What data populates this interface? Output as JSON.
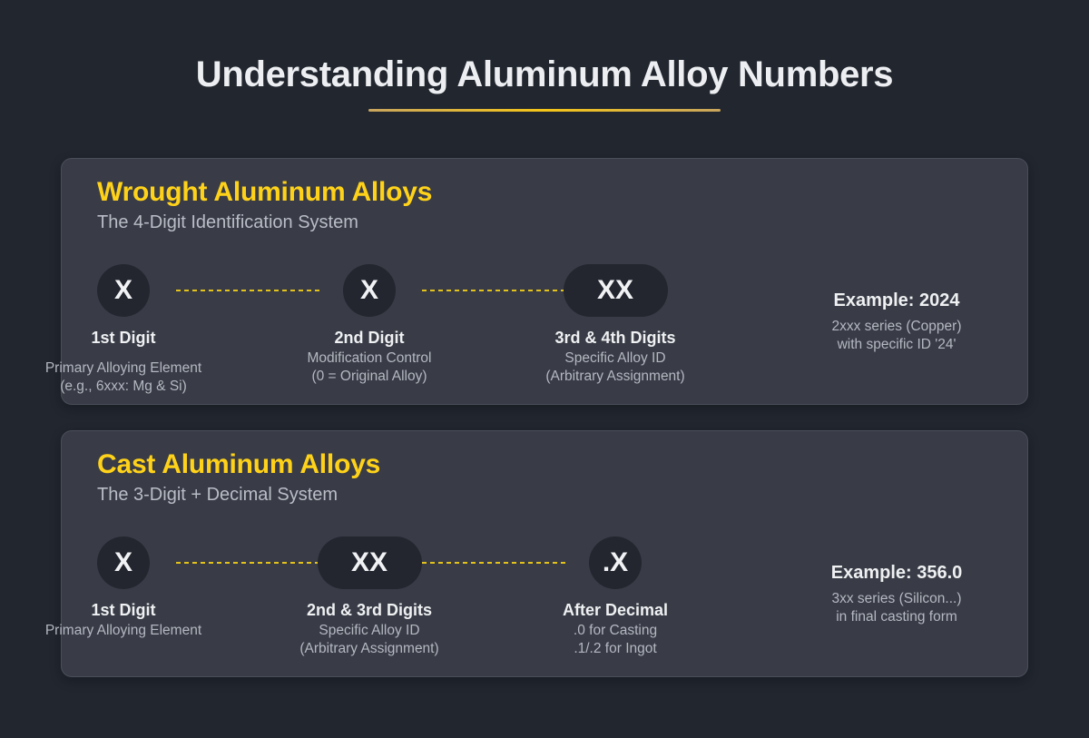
{
  "page": {
    "title": "Understanding Aluminum Alloy Numbers",
    "accent_color": "#f5c518",
    "background_color": "#21262f"
  },
  "wrought": {
    "heading": "Wrought Aluminum Alloys",
    "subtitle": "The 4-Digit Identification System",
    "nodes": [
      {
        "symbol": "X",
        "label": "1st Digit",
        "desc_line1": "Primary Alloying Element",
        "desc_line2": "(e.g., 6xxx: Mg & Si)"
      },
      {
        "symbol": "X",
        "label": "2nd Digit",
        "desc_line1": "Modification Control",
        "desc_line2": "(0 = Original Alloy)"
      },
      {
        "symbol": "XX",
        "label": "3rd & 4th Digits",
        "desc_line1": "Specific Alloy ID",
        "desc_line2": "(Arbitrary Assignment)"
      }
    ],
    "example": {
      "title": "Example: 2024",
      "desc_line1": "2xxx series (Copper)",
      "desc_line2": "with specific ID '24'"
    }
  },
  "cast": {
    "heading": "Cast Aluminum Alloys",
    "subtitle": "The 3-Digit + Decimal System",
    "nodes": [
      {
        "symbol": "X",
        "label": "1st Digit",
        "desc_line1": "Primary Alloying Element"
      },
      {
        "symbol": "XX",
        "label": "2nd & 3rd Digits",
        "desc_line1": "Specific Alloy ID",
        "desc_line2": "(Arbitrary Assignment)"
      },
      {
        "symbol": ".X",
        "label": "After Decimal",
        "desc_line1": ".0 for Casting",
        "desc_line2": ".1/.2 for Ingot"
      }
    ],
    "example": {
      "title": "Example: 356.0",
      "desc_line1": "3xx series (Silicon...)",
      "desc_line2": "in final casting form"
    }
  }
}
